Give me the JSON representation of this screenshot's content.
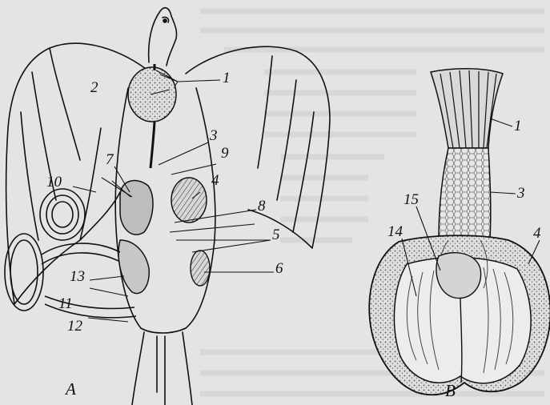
{
  "figure": {
    "panel_a": {
      "caption": "A",
      "labels": [
        "1",
        "2",
        "3",
        "9",
        "4",
        "7",
        "8",
        "5",
        "10",
        "6",
        "13",
        "11",
        "12"
      ]
    },
    "panel_b": {
      "caption": "B",
      "labels": [
        "1",
        "3",
        "15",
        "14",
        "4"
      ]
    }
  }
}
